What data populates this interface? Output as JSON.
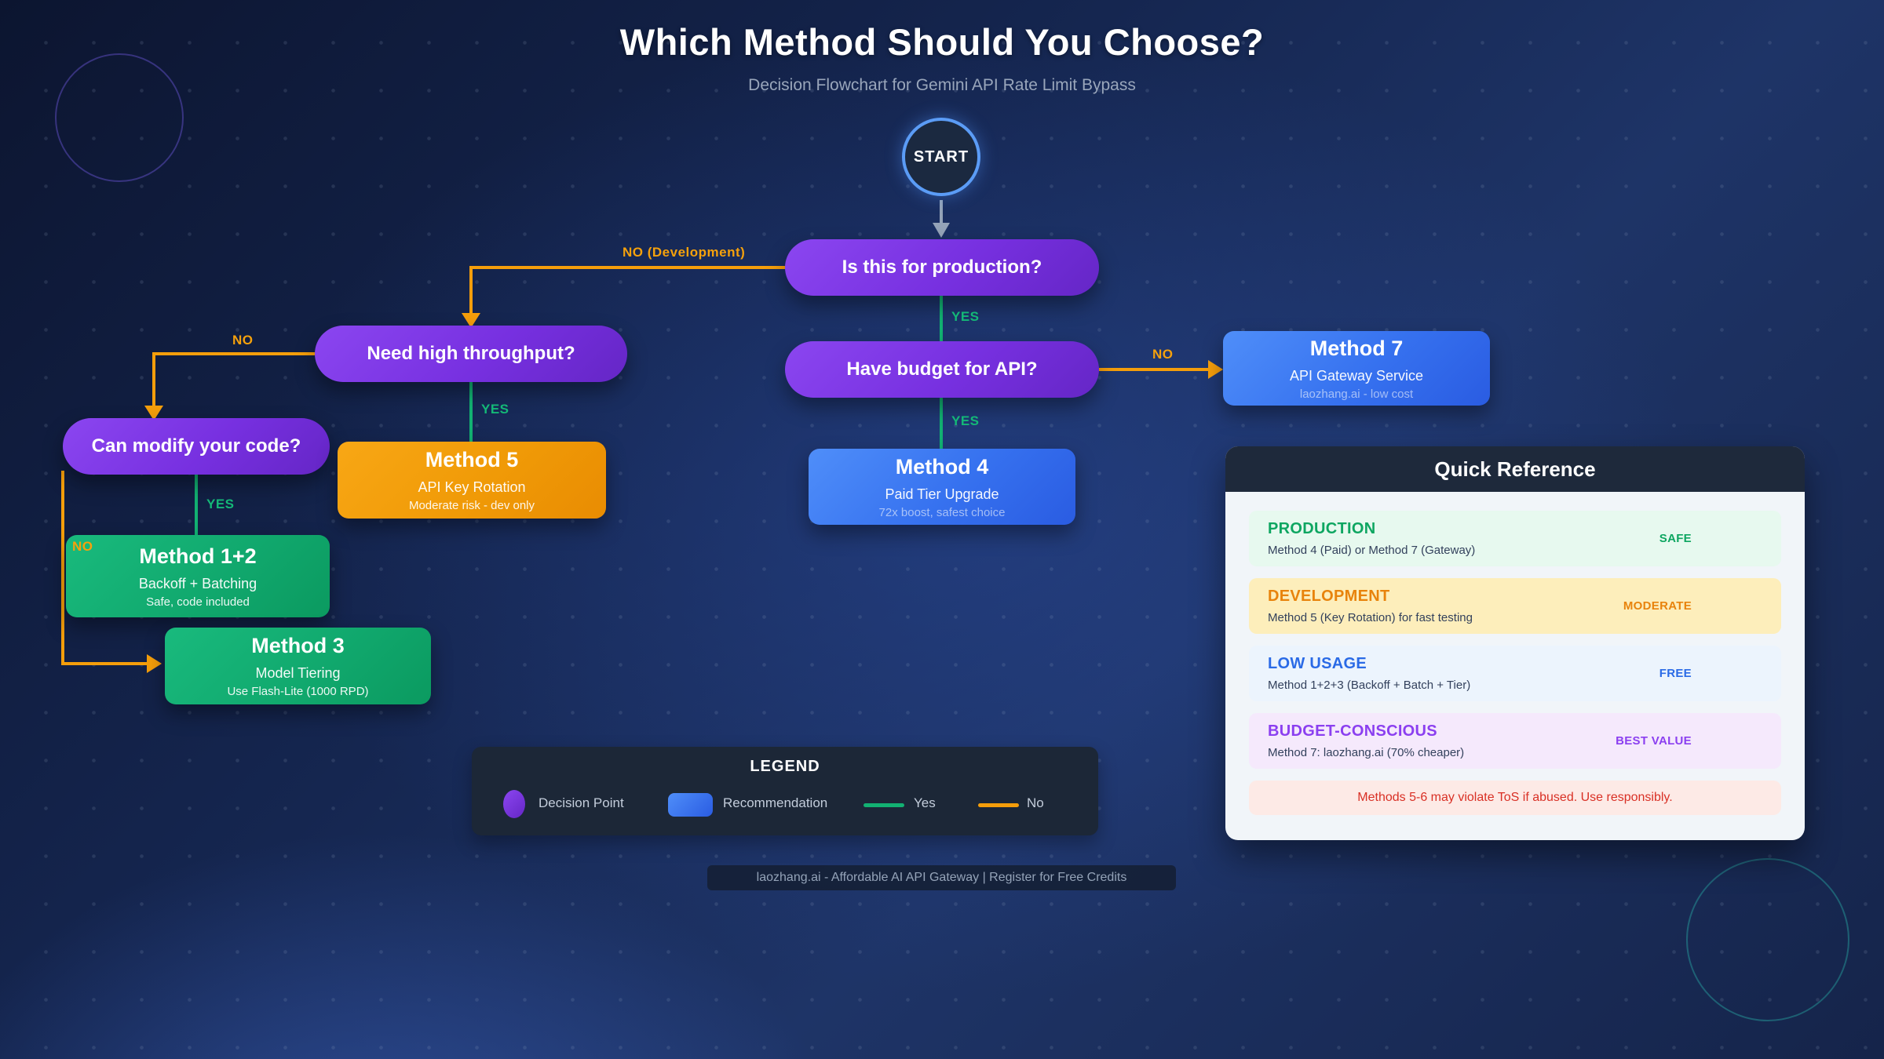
{
  "page": {
    "title": "Which Method Should You Choose?",
    "subtitle": "Decision Flowchart for Gemini API Rate Limit Bypass",
    "footer": "laozhang.ai - Affordable AI API Gateway | Register for Free Credits"
  },
  "flow": {
    "start_label": "START",
    "decisions": {
      "production": {
        "label": "Is this for production?"
      },
      "budget": {
        "label": "Have budget for API?"
      },
      "throughput": {
        "label": "Need high throughput?"
      },
      "modify": {
        "label": "Can modify your code?"
      }
    },
    "outcomes": {
      "method4": {
        "title": "Method 4",
        "subtitle": "Paid Tier Upgrade",
        "note": "72x boost, safest choice"
      },
      "method7": {
        "title": "Method 7",
        "subtitle": "API Gateway Service",
        "note": "laozhang.ai - low cost"
      },
      "method5": {
        "title": "Method 5",
        "subtitle": "API Key Rotation",
        "note": "Moderate risk - dev only"
      },
      "method12": {
        "title": "Method 1+2",
        "subtitle": "Backoff + Batching",
        "note": "Safe, code included"
      },
      "method3": {
        "title": "Method 3",
        "subtitle": "Model Tiering",
        "note": "Use Flash-Lite (1000 RPD)"
      }
    },
    "edge_labels": {
      "prod_yes": "YES",
      "prod_no": "NO (Development)",
      "budget_yes": "YES",
      "budget_no": "NO",
      "throughput_yes": "YES",
      "throughput_no": "NO",
      "modify_yes": "YES",
      "modify_no": "NO"
    }
  },
  "legend": {
    "title": "LEGEND",
    "items": [
      {
        "label": "Decision Point",
        "swatch": "purple-ellipse"
      },
      {
        "label": "Recommendation",
        "swatch": "blue-rect"
      },
      {
        "label": "Yes",
        "swatch": "green-line"
      },
      {
        "label": "No",
        "swatch": "orange-line"
      }
    ]
  },
  "quick_reference": {
    "title": "Quick Reference",
    "rows": [
      {
        "title": "PRODUCTION",
        "desc": "Method 4 (Paid) or Method 7 (Gateway)",
        "badge": "SAFE",
        "theme": "green"
      },
      {
        "title": "DEVELOPMENT",
        "desc": "Method 5 (Key Rotation) for fast testing",
        "badge": "MODERATE",
        "theme": "orange"
      },
      {
        "title": "LOW USAGE",
        "desc": "Method 1+2+3 (Backoff + Batch + Tier)",
        "badge": "FREE",
        "theme": "blue"
      },
      {
        "title": "BUDGET-CONSCIOUS",
        "desc": "Method 7: laozhang.ai (70% cheaper)",
        "badge": "BEST VALUE",
        "theme": "purple"
      }
    ],
    "warning": "Methods 5-6 may violate ToS if abused. Use responsibly."
  },
  "colors": {
    "decision_purple": "#7730e0",
    "recommendation_blue": "#3671ef",
    "safe_green": "#12b172",
    "warning_orange": "#f59e0b",
    "start_border_blue": "#5b9cf6",
    "background_navy": "#152650",
    "qr_header_dark": "#1e293b",
    "warning_red": "#d93025"
  }
}
